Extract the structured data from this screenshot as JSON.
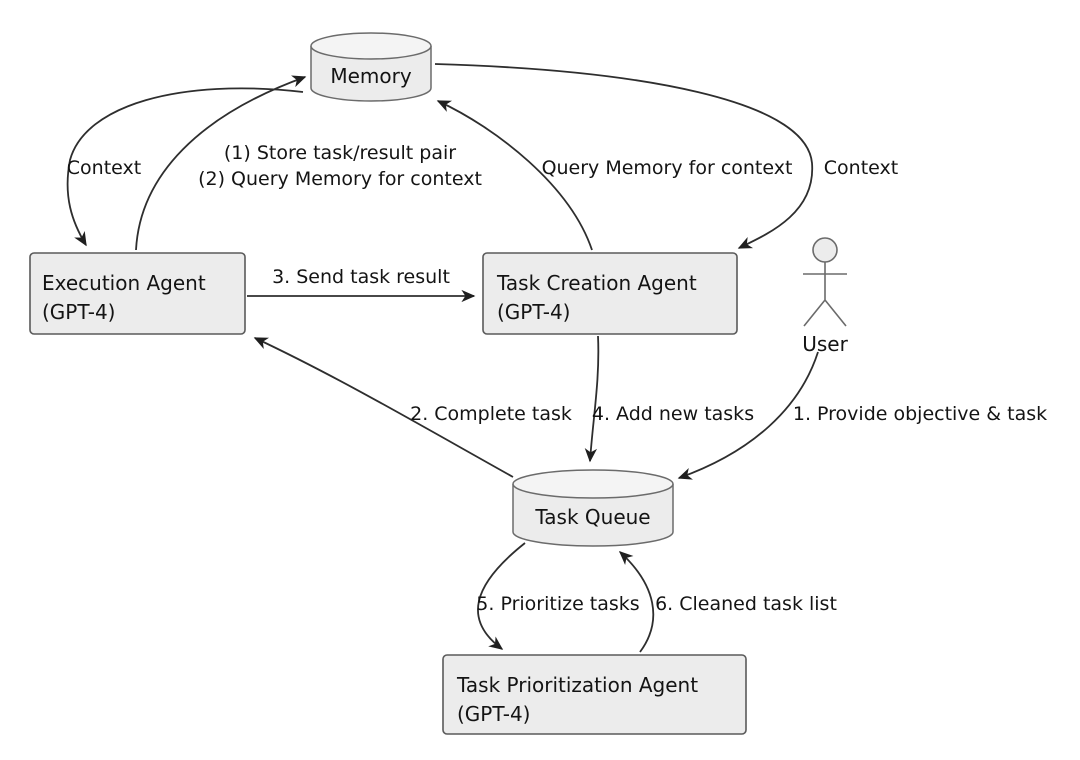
{
  "nodes": {
    "memory": {
      "label": "Memory"
    },
    "execution_agent": {
      "line1": "Execution Agent",
      "line2": "(GPT-4)"
    },
    "task_creation_agent": {
      "line1": "Task Creation Agent",
      "line2": "(GPT-4)"
    },
    "user": {
      "label": "User"
    },
    "task_queue": {
      "label": "Task Queue"
    },
    "task_prioritization_agent": {
      "line1": "Task Prioritization Agent",
      "line2": "(GPT-4)"
    }
  },
  "edges": {
    "context_left": {
      "label": "Context"
    },
    "store_query": {
      "line1": "(1) Store task/result pair",
      "line2": "(2) Query Memory for context"
    },
    "query_memory": {
      "label": "Query Memory for context"
    },
    "context_right": {
      "label": "Context"
    },
    "send_task_result": {
      "label": "3. Send task result"
    },
    "complete_task": {
      "label": "2. Complete task"
    },
    "add_new_tasks": {
      "label": "4. Add new tasks"
    },
    "provide_objective": {
      "label": "1. Provide objective & task"
    },
    "prioritize_tasks": {
      "label": "5. Prioritize tasks"
    },
    "cleaned_task_list": {
      "label": "6. Cleaned task list"
    }
  },
  "colors": {
    "background": "#ffffff",
    "node_fill": "#ececec",
    "node_stroke": "#5a5a5a",
    "line": "#2e2e2e",
    "text": "#141414"
  }
}
